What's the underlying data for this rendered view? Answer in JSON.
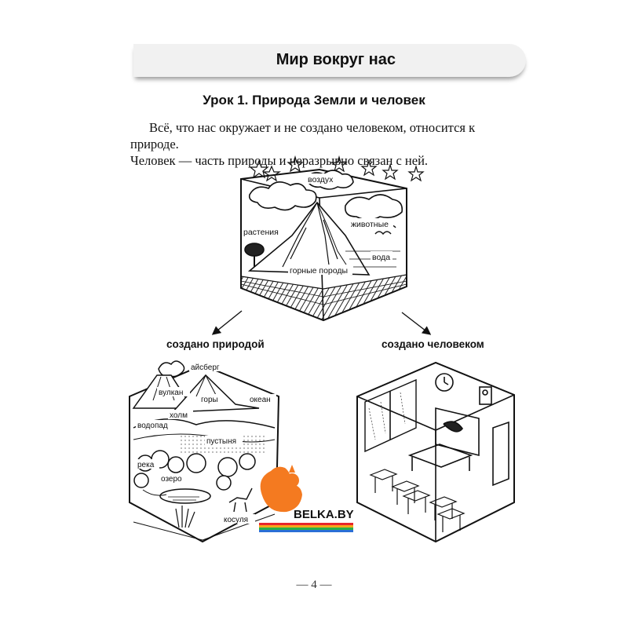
{
  "header": {
    "section_title": "Мир вокруг нас"
  },
  "lesson": {
    "title": "Урок 1. Природа Земли и человек",
    "paragraph_line1": "Всё, что нас окружает и не создано человеком, относится к природе.",
    "paragraph_line2": "Человек — часть природы и неразрывно связан с ней."
  },
  "top_cube_labels": {
    "air": "воздух",
    "plants": "растения",
    "animals": "животные",
    "water": "вода",
    "rocks": "горные породы"
  },
  "branches": {
    "natural": "создано природой",
    "manmade": "создано человеком"
  },
  "nature_cube_labels": {
    "iceberg": "айсберг",
    "volcano": "вулкан",
    "mountains": "горы",
    "ocean": "океан",
    "hill": "холм",
    "waterfall": "водопад",
    "desert": "пустыня",
    "river": "река",
    "lake": "озеро",
    "roe_deer": "косуля"
  },
  "watermark": {
    "text": "BELKA.BY",
    "accent": "#f47a20"
  },
  "footer": {
    "page_number": "— 4 —"
  }
}
